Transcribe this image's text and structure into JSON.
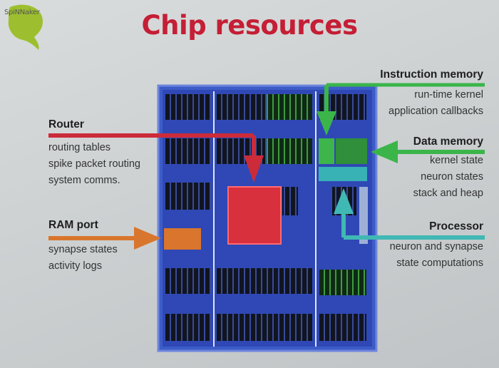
{
  "logo": {
    "text": "SpiNNaker"
  },
  "title": "Chip resources",
  "resources": {
    "router": {
      "title": "Router",
      "lines": [
        "routing tables",
        "spike packet routing",
        "system comms."
      ],
      "color": "#cc2b3a"
    },
    "ram_port": {
      "title": "RAM port",
      "lines": [
        "synapse states",
        "activity logs"
      ],
      "color": "#d9762d"
    },
    "instruction_memory": {
      "title": "Instruction memory",
      "lines": [
        "run-time kernel",
        "application callbacks"
      ],
      "color": "#3bb54a"
    },
    "data_memory": {
      "title": "Data memory",
      "lines": [
        "kernel state",
        "neuron states",
        "stack and heap"
      ],
      "color": "#3bb54a"
    },
    "processor": {
      "title": "Processor",
      "lines": [
        "neuron and synapse",
        "state computations"
      ],
      "color": "#40b8b4"
    }
  }
}
